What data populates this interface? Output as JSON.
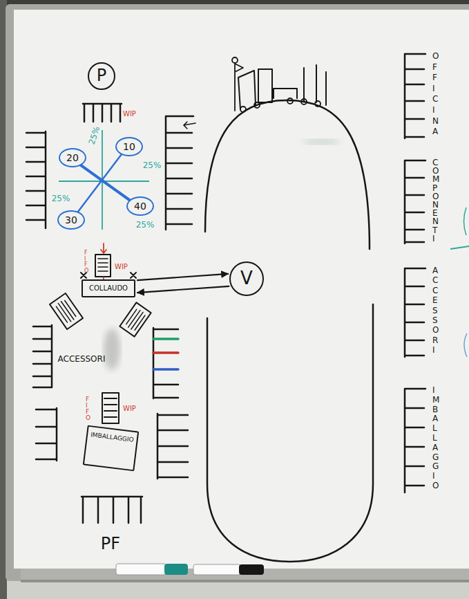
{
  "diagram": {
    "nodes": [
      {
        "text": [
          "P"
        ]
      },
      {
        "text": [
          "20"
        ]
      },
      {
        "text": [
          "10"
        ]
      },
      {
        "text": [
          "30"
        ]
      },
      {
        "text": [
          "40"
        ]
      },
      {
        "text": [
          "V"
        ]
      },
      {
        "text": [
          "COLLAUDO"
        ]
      },
      {
        "text": [
          "IMBALLAGGIO"
        ]
      }
    ],
    "edges": [
      {
        "from": 6,
        "to": 5,
        "arrow": "to"
      },
      {
        "from": 5,
        "to": 6,
        "arrow": "to"
      }
    ],
    "labels": [
      "WIP",
      "25%",
      "25%",
      "25%",
      "25%",
      "FIFO",
      "WIP",
      "ACCESSORI",
      "FIFO",
      "WIP",
      "PF",
      "OFFICINA",
      "COMPONENTI",
      "ACCESSORI",
      "IMBALLAGGIO"
    ]
  }
}
